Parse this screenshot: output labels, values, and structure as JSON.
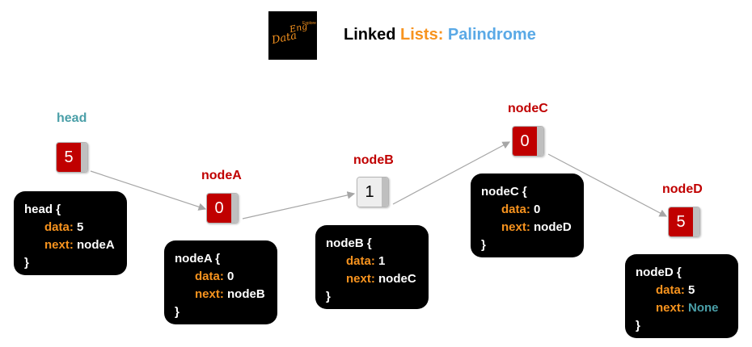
{
  "header": {
    "logo_text_main": "Data",
    "logo_text_second": "Eng",
    "logo_text_small": "Explore",
    "title_part1": "Linked",
    "title_part2": "Lists:",
    "title_part3": "Palindrome",
    "title_colors": {
      "part1": "#000000",
      "part2": "#f7931e",
      "part3": "#5aa9e6"
    }
  },
  "nodes": [
    {
      "id": "head",
      "label": "head",
      "label_color": "#4a9fa8",
      "value": "5",
      "style": "red",
      "card": {
        "name": "head",
        "open": "{",
        "data_key": "data:",
        "data_val": "5",
        "next_key": "next:",
        "next_val": "nodeA",
        "close": "}"
      }
    },
    {
      "id": "nodeA",
      "label": "nodeA",
      "label_color": "#c00000",
      "value": "0",
      "style": "red",
      "card": {
        "name": "nodeA",
        "open": "{",
        "data_key": "data:",
        "data_val": "0",
        "next_key": "next:",
        "next_val": "nodeB",
        "close": "}"
      }
    },
    {
      "id": "nodeB",
      "label": "nodeB",
      "label_color": "#c00000",
      "value": "1",
      "style": "grey",
      "card": {
        "name": "nodeB",
        "open": "{",
        "data_key": "data:",
        "data_val": "1",
        "next_key": "next:",
        "next_val": "nodeC",
        "close": "}"
      }
    },
    {
      "id": "nodeC",
      "label": "nodeC",
      "label_color": "#c00000",
      "value": "0",
      "style": "red",
      "card": {
        "name": "nodeC",
        "open": "{",
        "data_key": "data:",
        "data_val": "0",
        "next_key": "next:",
        "next_val": "nodeD",
        "close": "}"
      }
    },
    {
      "id": "nodeD",
      "label": "nodeD",
      "label_color": "#c00000",
      "value": "5",
      "style": "red",
      "card": {
        "name": "nodeD",
        "open": "{",
        "data_key": "data:",
        "data_val": "5",
        "next_key": "next:",
        "next_val": "None",
        "close": "}"
      }
    }
  ],
  "colors": {
    "node_red": "#c00000",
    "pointer_grey": "#bfbfbf",
    "key_orange": "#f7931e",
    "none_teal": "#4a9fa8",
    "arrow": "#a6a6a6"
  }
}
